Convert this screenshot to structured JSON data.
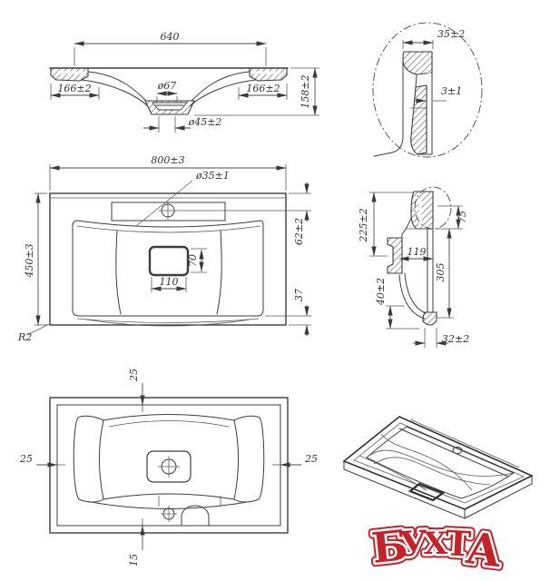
{
  "drawing": {
    "front_section": {
      "width": "640",
      "rim_left": "166±2",
      "rim_right": "166±2",
      "drain_top": "ø67",
      "drain_bottom": "ø45±2",
      "height": "158±2"
    },
    "edge_detail": {
      "rim_width": "35±2",
      "wall": "3±1"
    },
    "plan": {
      "width": "800±3",
      "faucet_hole": "ø35±1",
      "depth": "450±3",
      "hole_offset": "62±2",
      "overflow_height": "70",
      "overflow_width": "110",
      "front_edge": "37",
      "corner_radius": "R2"
    },
    "side_section": {
      "back_height": "225±2",
      "rim_height": "75",
      "inner_width": "119",
      "height": "305",
      "bottom": "40±2",
      "foot": "32±2"
    },
    "bottom_view": {
      "offset_top": "25",
      "offset_left": "25",
      "offset_right": "25",
      "offset_bottom": "15"
    }
  },
  "logo": {
    "text": "БУХТА",
    "color": "#c4232a",
    "outline_color": "#ffffff"
  }
}
